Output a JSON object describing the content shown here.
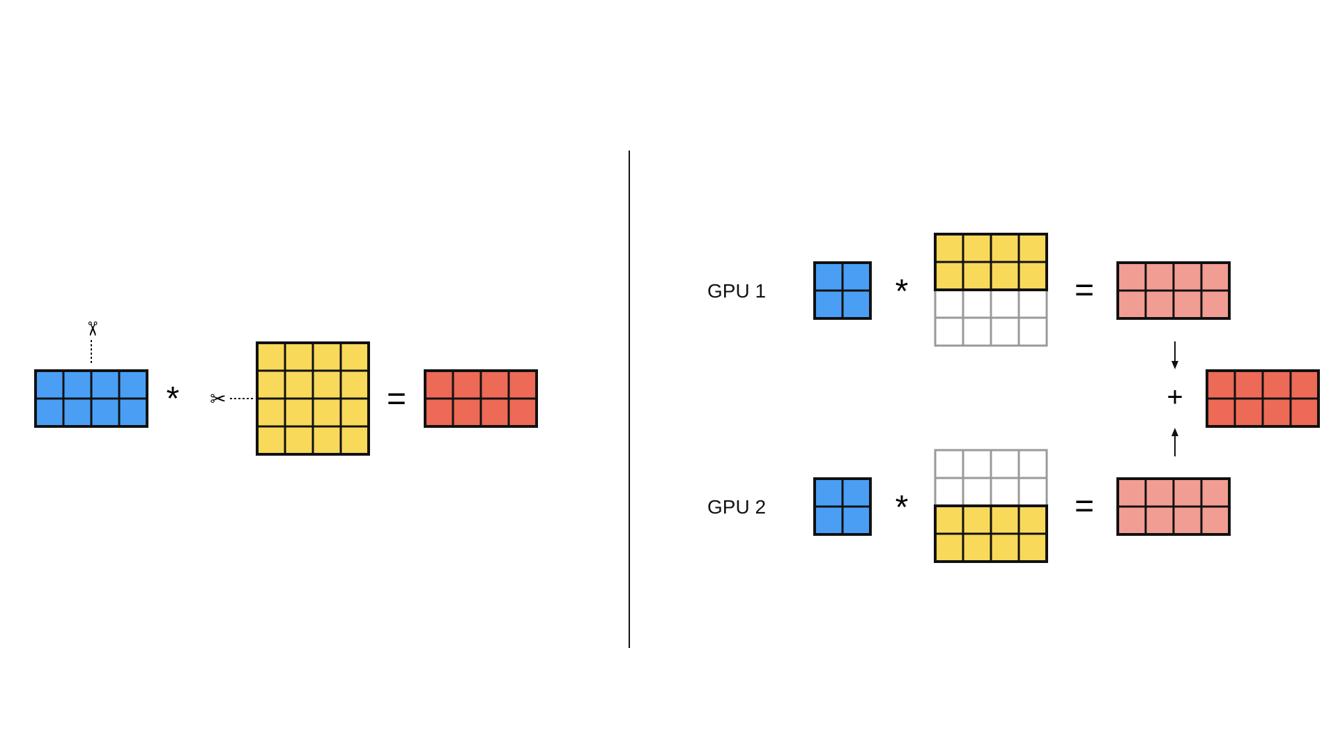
{
  "colors": {
    "blue": "#4a9ff5",
    "yellow": "#f8d95a",
    "red": "#ec6a56",
    "pink": "#f29d93",
    "empty": "#ffffff",
    "border": "#111111",
    "grid_gray": "#9a9a9a",
    "divider": "#111111"
  },
  "operators": {
    "multiply": "*",
    "equals": "=",
    "plus": "+"
  },
  "gpu_labels": {
    "gpu1": "GPU 1",
    "gpu2": "GPU 2"
  },
  "icons": {
    "cut": "scissors-icon",
    "arrow_down": "arrow-down-icon",
    "arrow_up": "arrow-up-icon"
  },
  "matrices": {
    "left_input": {
      "rows": 2,
      "cols": 4,
      "fill": "blue"
    },
    "left_weight": {
      "rows": 4,
      "cols": 4,
      "fill": "yellow"
    },
    "left_output": {
      "rows": 2,
      "cols": 4,
      "fill": "red"
    },
    "gpu1_input": {
      "rows": 2,
      "cols": 2,
      "fill": "blue"
    },
    "gpu1_weight": {
      "rows": 4,
      "cols": 4,
      "filled_rows": [
        0,
        1
      ],
      "fill": "yellow"
    },
    "gpu1_partial": {
      "rows": 2,
      "cols": 4,
      "fill": "pink"
    },
    "gpu2_input": {
      "rows": 2,
      "cols": 2,
      "fill": "blue"
    },
    "gpu2_weight": {
      "rows": 4,
      "cols": 4,
      "filled_rows": [
        2,
        3
      ],
      "fill": "yellow"
    },
    "gpu2_partial": {
      "rows": 2,
      "cols": 4,
      "fill": "pink"
    },
    "sum_output": {
      "rows": 2,
      "cols": 4,
      "fill": "red"
    }
  }
}
